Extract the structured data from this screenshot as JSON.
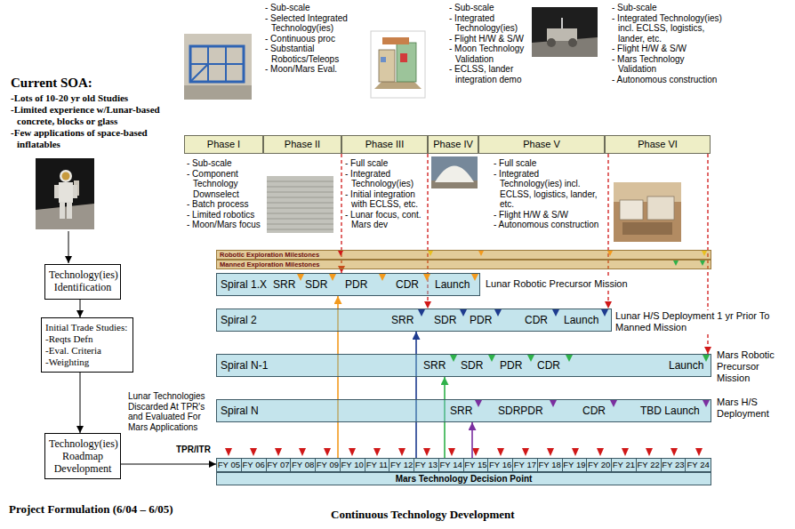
{
  "diagram": {
    "nodes": [
      {
        "text": [
          "Technology(ies) Identification"
        ]
      },
      {
        "text": [
          "Initial Trade Studies:",
          "-Reqts Defn",
          "-Eval. Criteria",
          "-Weighting"
        ]
      },
      {
        "text": [
          "Technology(ies) Roadmap Development"
        ]
      },
      {
        "text": [
          "Phase I"
        ]
      },
      {
        "text": [
          "Phase II"
        ]
      },
      {
        "text": [
          "Phase III"
        ]
      },
      {
        "text": [
          "Phase IV"
        ]
      },
      {
        "text": [
          "Phase V"
        ]
      },
      {
        "text": [
          "Phase VI"
        ]
      },
      {
        "text": [
          "Robotic Exploration Milestones"
        ]
      },
      {
        "text": [
          "Manned Exploration Milestones"
        ]
      },
      {
        "text": [
          "Spiral 1.X",
          "SRR",
          "SDR",
          "PDR",
          "CDR",
          "Launch"
        ]
      },
      {
        "text": [
          "Spiral 2",
          "SRR",
          "SDR",
          "PDR",
          "CDR",
          "Launch"
        ]
      },
      {
        "text": [
          "Spiral N-1",
          "SRR",
          "SDR",
          "PDR",
          "CDR",
          "Launch"
        ]
      },
      {
        "text": [
          "Spiral N",
          "SRR",
          "SDRPDR",
          "CDR",
          "TBD Launch"
        ]
      },
      {
        "text": [
          "FY 05",
          "FY 06",
          "FY 07",
          "FY 08",
          "FY 09",
          "FY 10",
          "FY 11",
          "FY 12",
          "FY 13",
          "FY 14",
          "FY 15",
          "FY 16",
          "FY 17",
          "FY 18",
          "FY 19",
          "FY 20",
          "FY 21",
          "FY 22",
          "FY 23",
          "FY 24"
        ]
      },
      {
        "text": [
          "Mars Technology Decision Point"
        ]
      }
    ],
    "edges": [
      {
        "from": 0,
        "to": 1,
        "arrow": "to"
      },
      {
        "from": 1,
        "to": 2,
        "arrow": "to"
      },
      {
        "from": 2,
        "to": 15,
        "arrow": "to"
      },
      {
        "from": 15,
        "to": 11,
        "arrow": "to"
      },
      {
        "from": 15,
        "to": 12,
        "arrow": "to"
      },
      {
        "from": 15,
        "to": 13,
        "arrow": "to"
      },
      {
        "from": 15,
        "to": 14,
        "arrow": "to"
      },
      {
        "from": 5,
        "to": 11,
        "arrow": "to"
      },
      {
        "from": 6,
        "to": 12,
        "arrow": "to"
      },
      {
        "from": 8,
        "to": 12,
        "arrow": "to"
      },
      {
        "from": 8,
        "to": 13,
        "arrow": "to"
      }
    ],
    "labels": [
      "Current SOA:",
      "-Lots of 10-20 yr old Studies",
      "-Limited experience w/Lunar-based concrete, blocks or glass",
      "-Few applications of space-based inflatables",
      "- Sub-scale",
      "- Selected Integrated Technology(ies)",
      "- Continuous proc",
      "- Substantial Robotics/Teleops",
      "- Moon/Mars Eval.",
      "- Sub-scale",
      "- Integrated Technology(ies)",
      "- Flight H/W & S/W",
      "- Moon Technology Validation",
      "- ECLSS, lander integration demo",
      "- Sub-scale",
      "- Integrated Technology(ies) incl. ECLSS, logistics, lander, etc.",
      "- Flight H/W & S/W",
      "- Mars Technology Validation",
      "- Autonomous construction",
      "- Sub-scale",
      "- Component Technology Downselect",
      "- Batch process",
      "- Limited robotics",
      "- Moon/Mars focus",
      "- Full scale",
      "- Integrated Technology(ies)",
      "- Initial integration with ECLSS, etc.",
      "- Lunar focus, cont. Mars dev",
      "- Full scale",
      "- Integrated Technology(ies) incl. ECLSS, logistics, lander, etc.",
      "- Flight H/W & S/W",
      "- Autonomous construction",
      "Lunar Robotic Precursor Mission",
      "Lunar H/S Deployment 1 yr Prior To Manned Mission",
      "Mars Robotic Precursor Mission",
      "Mars H/S Deployment",
      "Lunar Technologies Discarded At TPR's and Evaluated For Mars Applications",
      "TPR/ITR",
      "Project Formulation (6/04 – 6/05)",
      "Continuous Technology Development"
    ]
  }
}
